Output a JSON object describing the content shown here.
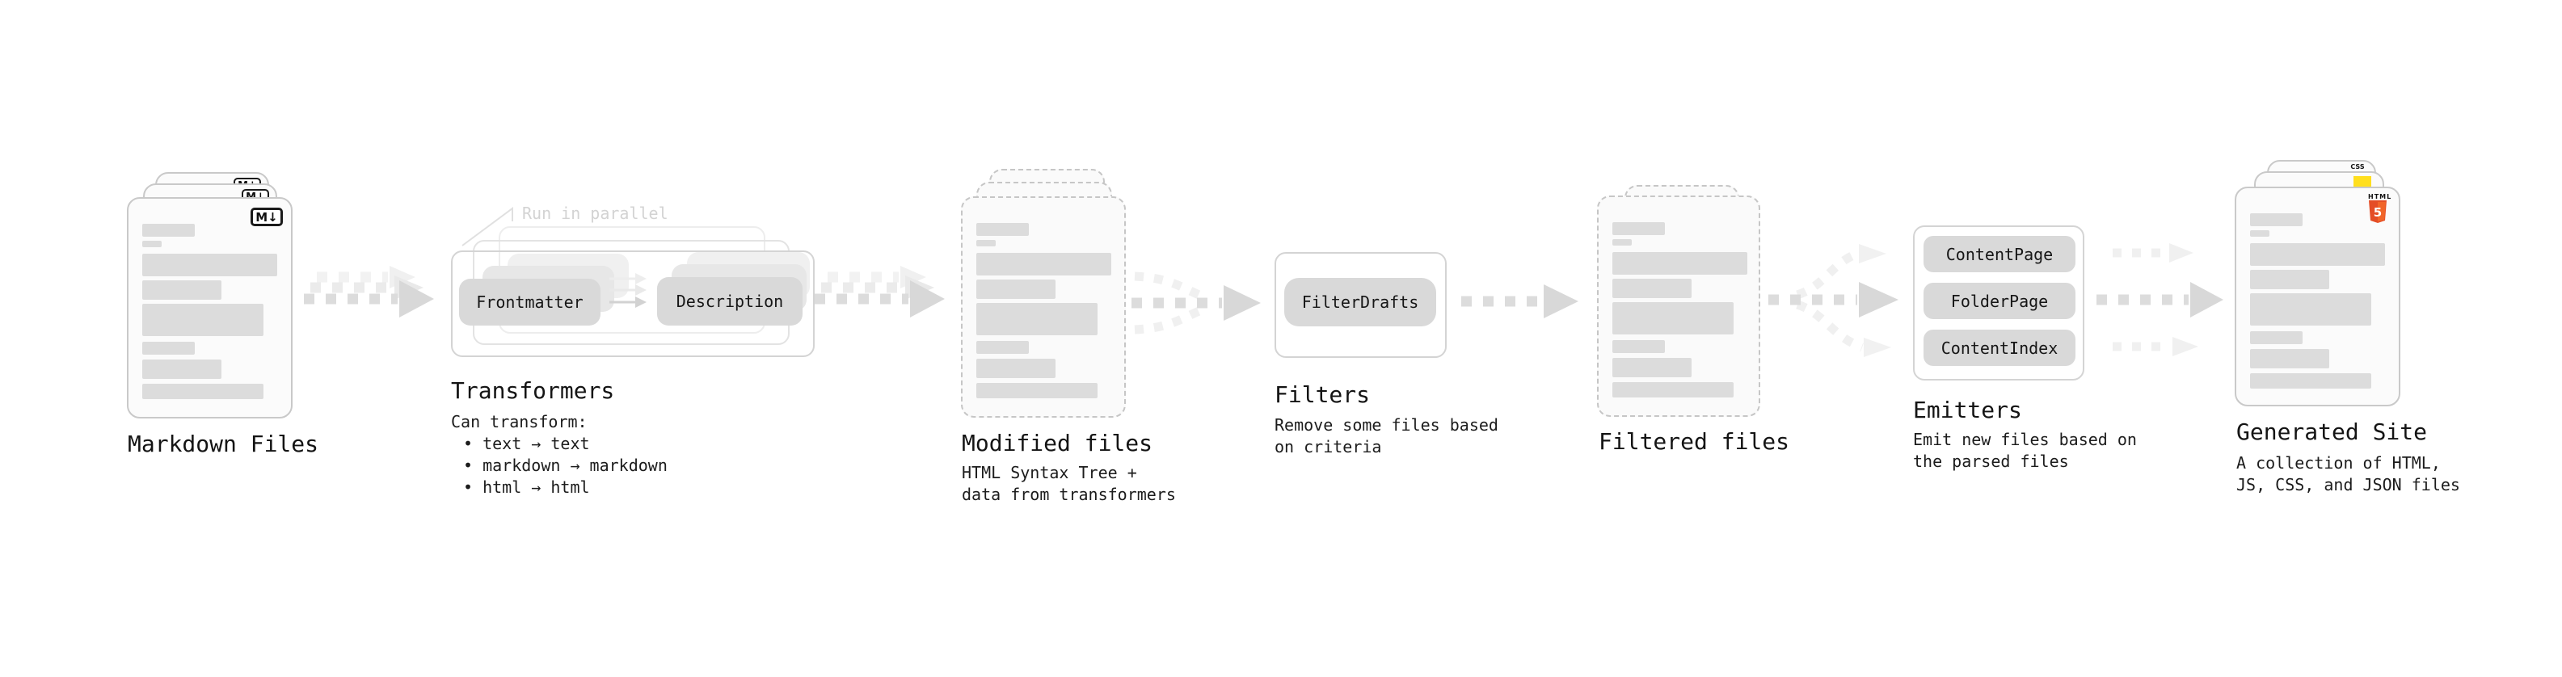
{
  "stages": {
    "markdown": {
      "label": "Markdown Files"
    },
    "transformers": {
      "label": "Transformers",
      "note": "Run in parallel",
      "chip_from": "Frontmatter",
      "chip_to": "Description",
      "desc": [
        "Can transform:",
        "• text → text",
        "• markdown → markdown",
        "• html → html"
      ]
    },
    "modified": {
      "label": "Modified files",
      "desc": [
        "HTML Syntax Tree +",
        "data from transformers"
      ]
    },
    "filters": {
      "label": "Filters",
      "chip": "FilterDrafts",
      "desc": [
        "Remove some files based",
        "on criteria"
      ]
    },
    "filtered": {
      "label": "Filtered files"
    },
    "emitters": {
      "label": "Emitters",
      "chips": [
        "ContentPage",
        "FolderPage",
        "ContentIndex"
      ],
      "desc": [
        "Emit new files based on",
        "the parsed files"
      ]
    },
    "generated": {
      "label": "Generated Site",
      "desc": [
        "A collection of HTML,",
        "JS, CSS, and JSON files"
      ]
    }
  },
  "badges": {
    "markdown": "M↓",
    "css": "CSS",
    "html": "HTML",
    "html5_number": "5"
  },
  "colors": {
    "js_yellow": "#ffdf1e",
    "css_blue": "#2965f1",
    "html5_orange": "#e44d26",
    "html5_orange_light": "#f16529",
    "arrow_gray": "#d8d8d8",
    "chip_gray": "#d9d9d9"
  }
}
